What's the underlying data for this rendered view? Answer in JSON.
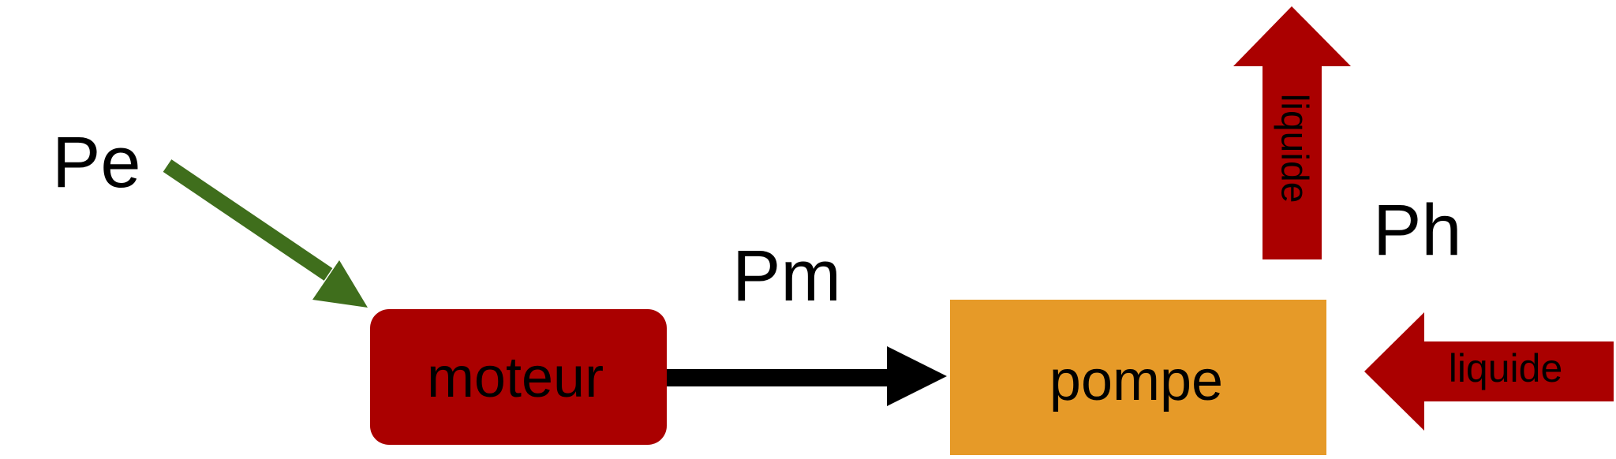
{
  "labels": {
    "electric_power": "Pe",
    "mechanical_power": "Pm",
    "hydraulic_power": "Ph"
  },
  "blocks": {
    "motor": "moteur",
    "pump": "pompe"
  },
  "flows": {
    "liquid_in": "liquide",
    "liquid_out": "liquide"
  },
  "colors": {
    "motor_fill": "#aa0000",
    "pump_fill": "#e69a28",
    "liquid_arrow": "#aa0000",
    "electric_arrow": "#3f6e1c",
    "mechanical_arrow": "#000000"
  }
}
